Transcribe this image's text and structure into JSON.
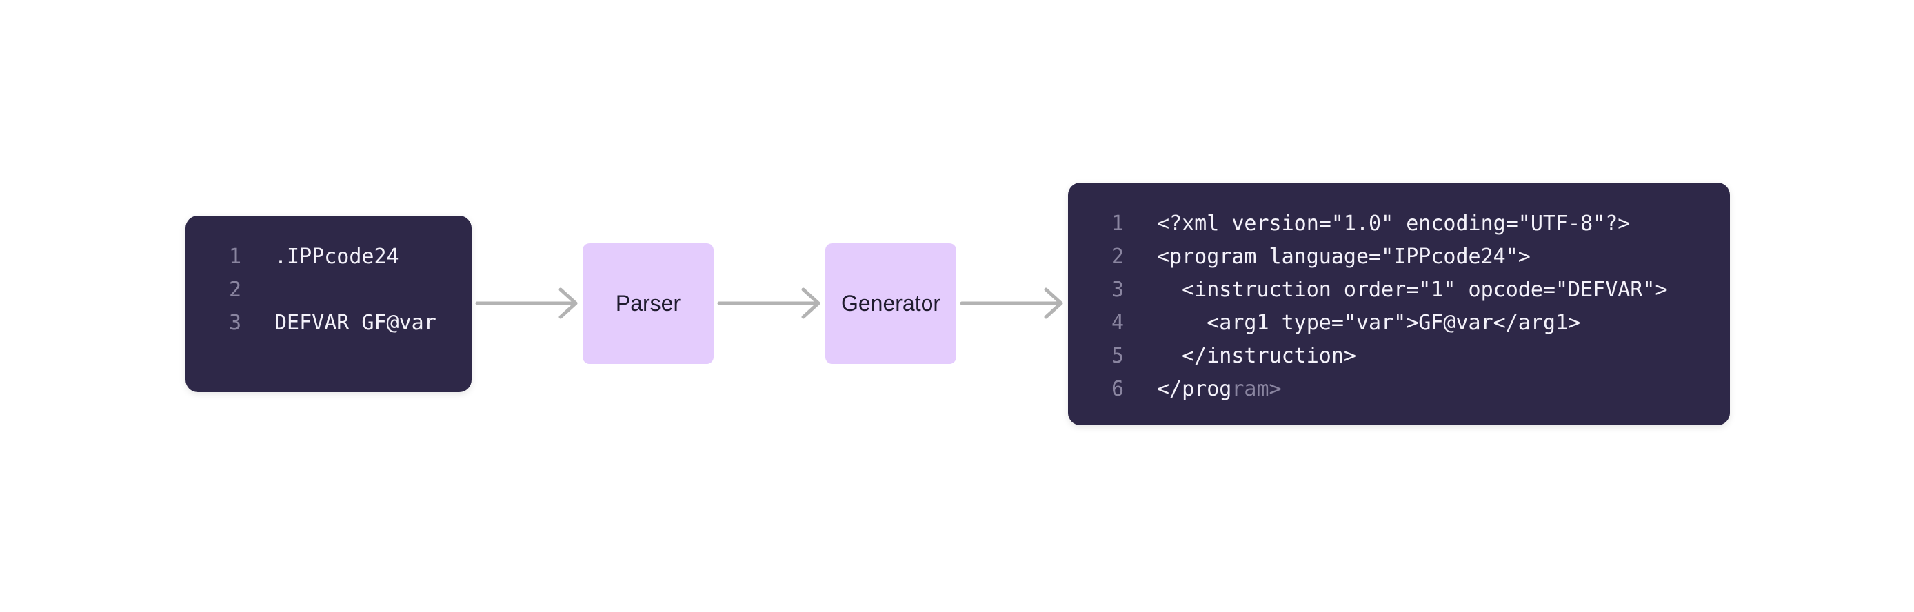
{
  "input_code": {
    "lines": [
      {
        "no": "1",
        "code": ".IPPcode24"
      },
      {
        "no": "2",
        "code": ""
      },
      {
        "no": "3",
        "code": "DEFVAR GF@var"
      }
    ]
  },
  "stages": {
    "parser_label": "Parser",
    "generator_label": "Generator"
  },
  "output_code": {
    "lines": [
      {
        "no": "1",
        "code": "<?xml version=\"1.0\" encoding=\"UTF-8\"?>"
      },
      {
        "no": "2",
        "code": "<program language=\"IPPcode24\">"
      },
      {
        "no": "3",
        "code": "  <instruction order=\"1\" opcode=\"DEFVAR\">"
      },
      {
        "no": "4",
        "code": "    <arg1 type=\"var\">GF@var</arg1>"
      },
      {
        "no": "5",
        "code": "  </instruction>"
      },
      {
        "no": "6",
        "code": "</prog",
        "code_faded": "ram>"
      }
    ]
  },
  "colors": {
    "panel_background": "#2e2848",
    "stage_background": "#e4ccfd",
    "arrow": "#b3b3b3",
    "code_text": "#f4f2fa",
    "line_number": "#8a85a0"
  }
}
